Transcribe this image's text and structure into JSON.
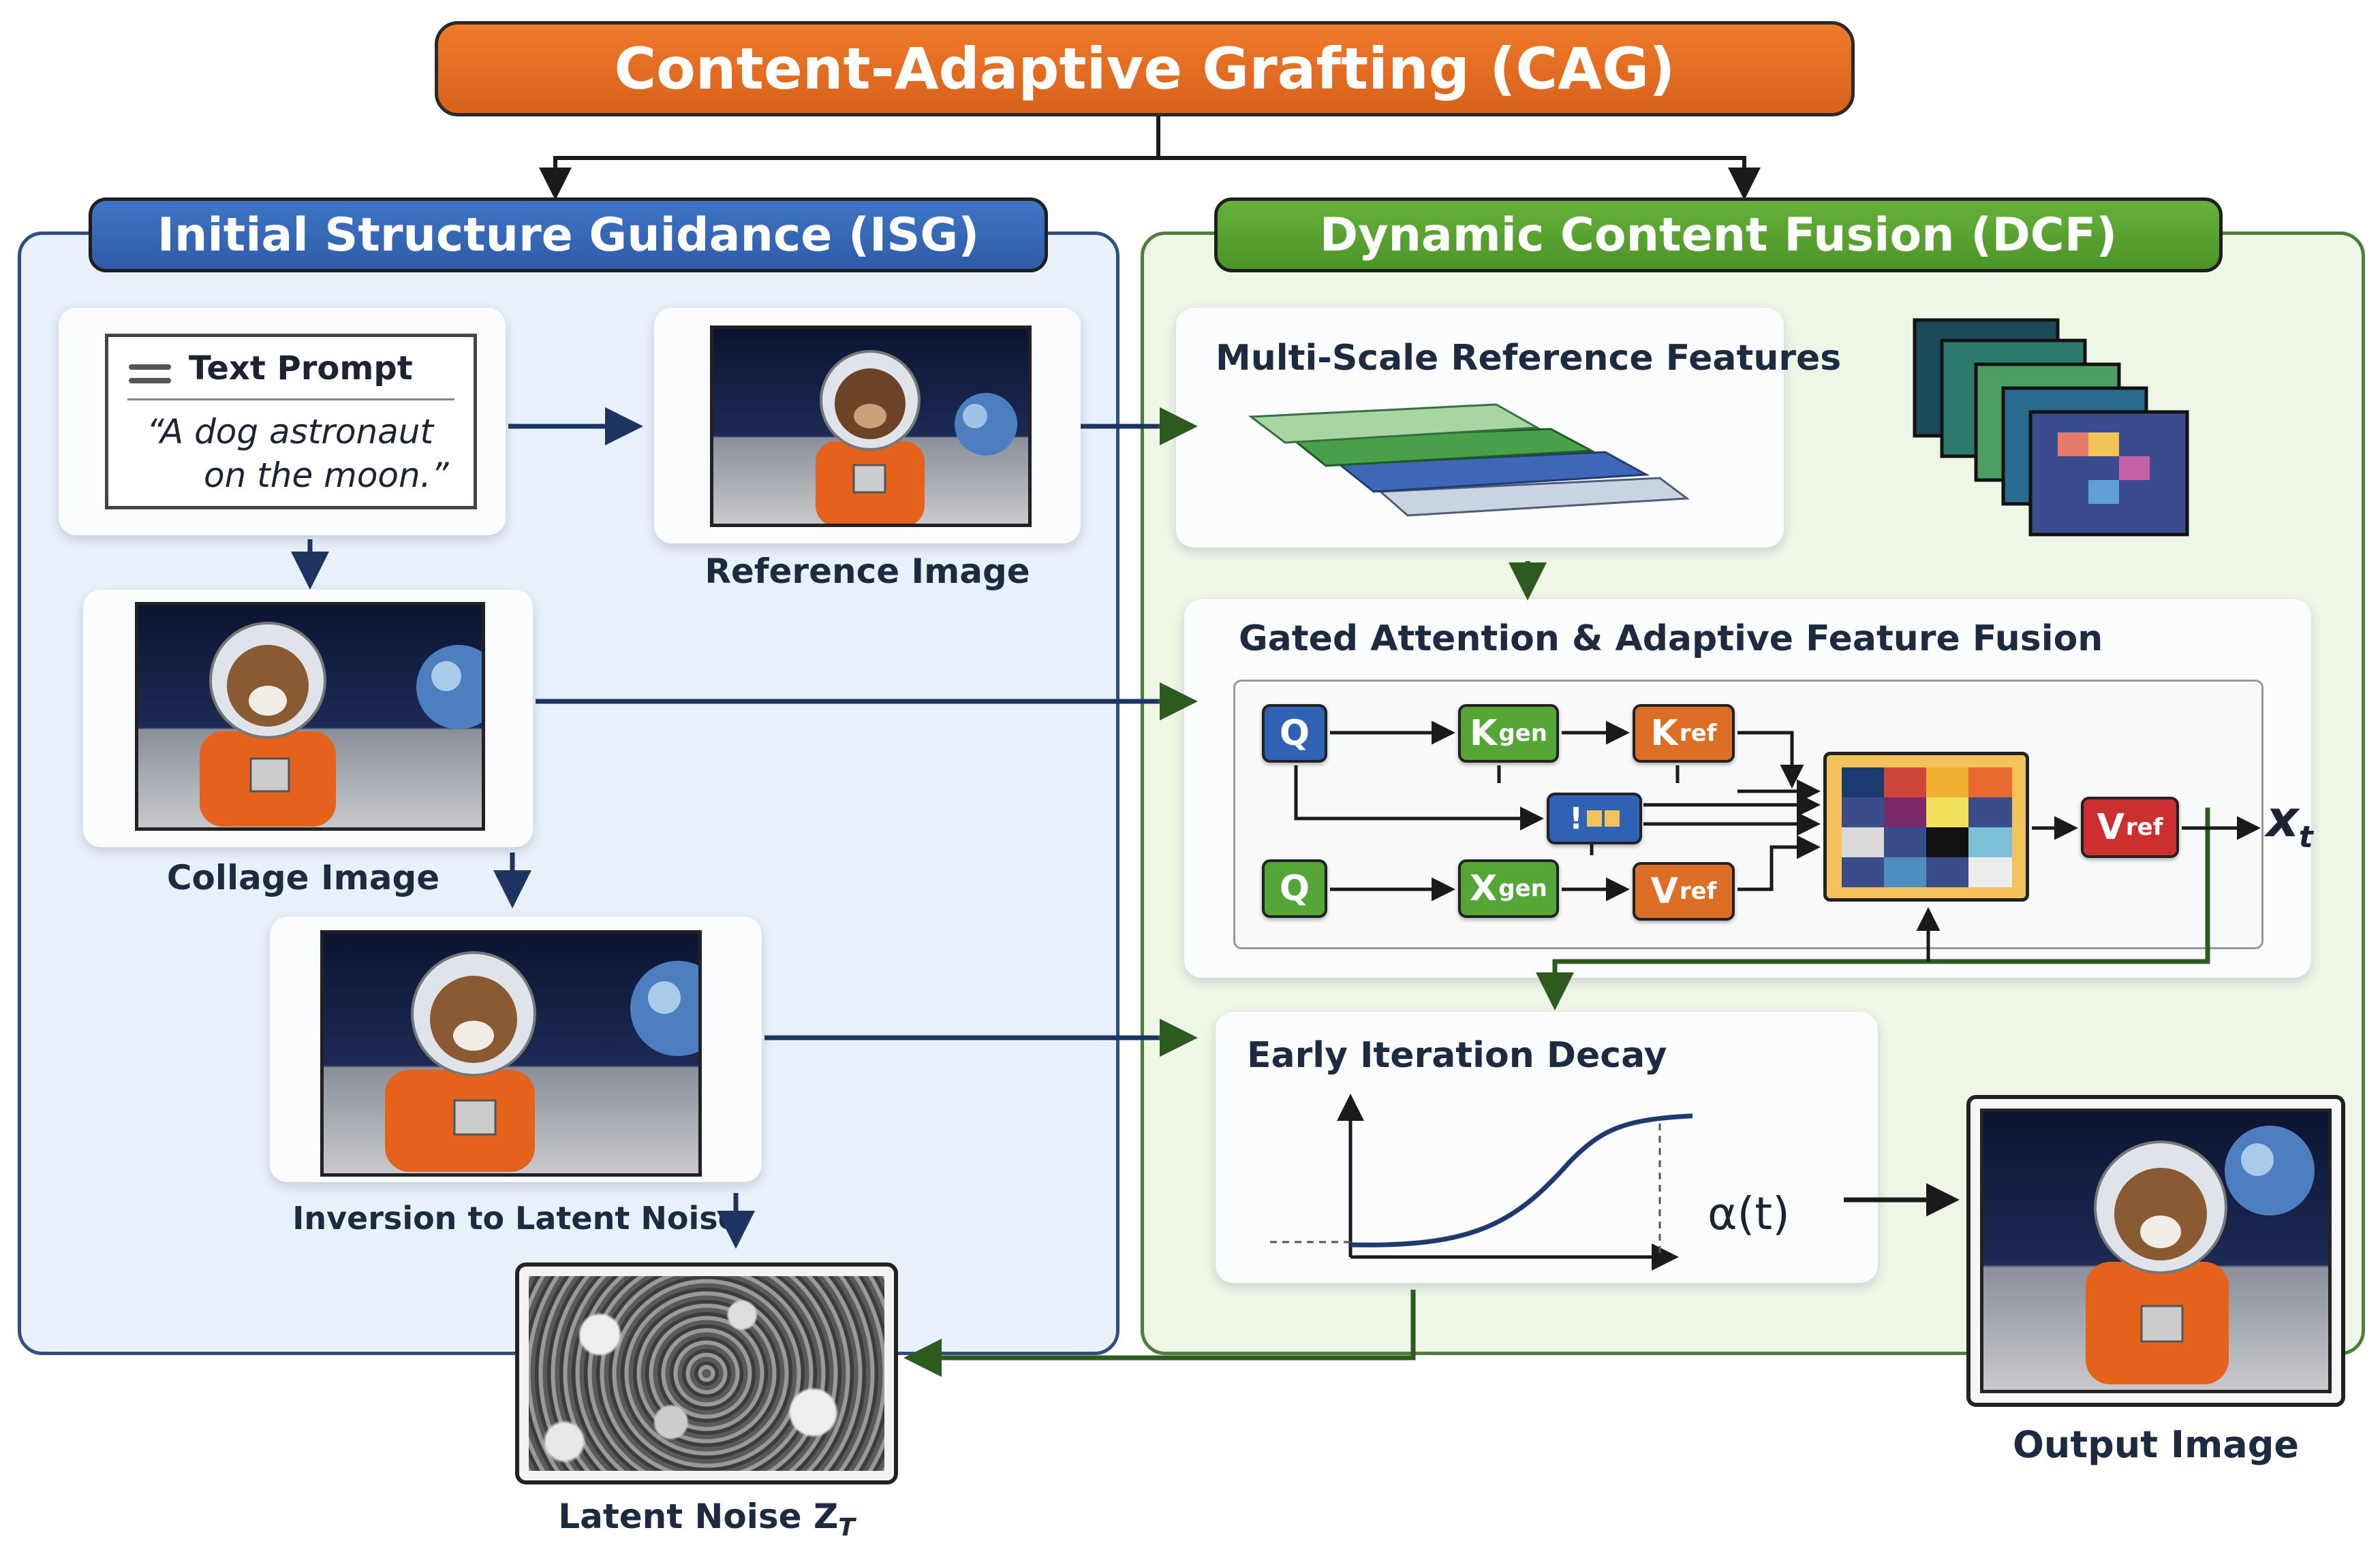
{
  "title": "Content-Adaptive Grafting (CAG)",
  "isg": {
    "header": "Initial Structure Guidance (ISG)",
    "text_prompt_label": "Text Prompt",
    "prompt_line1": "“A dog astronaut",
    "prompt_line2": "on the moon.”",
    "reference_caption": "Reference Image",
    "collage_caption": "Collage Image",
    "inversion_caption": "Inversion to Latent Noise",
    "latent_caption": "Latent Noise Z",
    "latent_sub": "T"
  },
  "dcf": {
    "header": "Dynamic Content Fusion (DCF)",
    "multiscale_title": "Multi-Scale Reference Features",
    "gated_title": "Gated Attention & Adaptive Feature Fusion",
    "nodes": {
      "q_top": "Q",
      "k_gen_main": "K",
      "k_gen_sub": "gen",
      "k_ref_main": "K",
      "k_ref_sub": "ref",
      "gate": "!",
      "q_bottom": "Q",
      "x_gen_main": "X",
      "x_gen_sub": "gen",
      "v_ref_main": "V",
      "v_ref_sub": "ref",
      "v_out_main": "V",
      "v_out_sub": "ref"
    },
    "output_var": "x",
    "output_var_sub": "t",
    "decay_title": "Early Iteration Decay",
    "alpha_label": "α(t)",
    "output_caption": "Output Image"
  },
  "colors": {
    "orange": "#e3701f",
    "blue": "#2e5ea8",
    "green": "#5aa232",
    "arrow_navy": "#1d3461",
    "arrow_green": "#2d5a1f"
  }
}
